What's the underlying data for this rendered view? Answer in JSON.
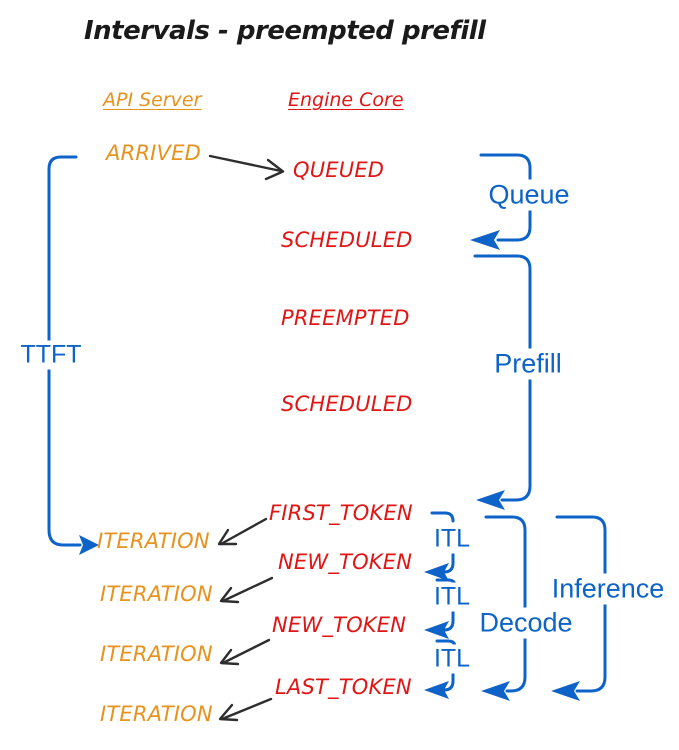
{
  "title": "Intervals - preempted prefill",
  "colors": {
    "api_color": "#E8921E",
    "engine_color": "#E01616",
    "interval_color": "#0E63C8",
    "connector_color": "#2E2E2E"
  },
  "headers": {
    "api_server": "API Server",
    "engine_core": "Engine Core"
  },
  "api_events": [
    {
      "label": "ARRIVED"
    },
    {
      "label": "ITERATION"
    },
    {
      "label": "ITERATION"
    },
    {
      "label": "ITERATION"
    },
    {
      "label": "ITERATION"
    }
  ],
  "engine_events": [
    {
      "label": "QUEUED"
    },
    {
      "label": "SCHEDULED"
    },
    {
      "label": "PREEMPTED"
    },
    {
      "label": "SCHEDULED"
    },
    {
      "label": "FIRST_TOKEN"
    },
    {
      "label": "NEW_TOKEN"
    },
    {
      "label": "NEW_TOKEN"
    },
    {
      "label": "LAST_TOKEN"
    }
  ],
  "intervals": {
    "ttft": "TTFT",
    "queue": "Queue",
    "prefill": "Prefill",
    "decode": "Decode",
    "inference": "Inference",
    "itl": [
      "ITL",
      "ITL",
      "ITL"
    ]
  }
}
